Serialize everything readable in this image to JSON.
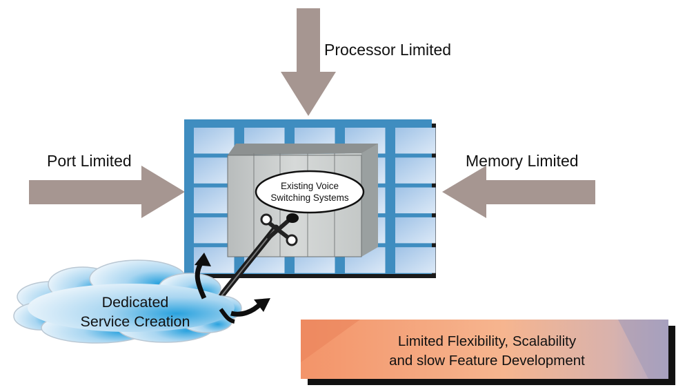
{
  "labels": {
    "processor": "Processor Limited",
    "port": "Port Limited",
    "memory": "Memory Limited"
  },
  "bubble": {
    "line1": "Existing Voice",
    "line2": "Switching Systems"
  },
  "cloud": {
    "line1": "Dedicated",
    "line2": "Service Creation"
  },
  "banner": {
    "line1": "Limited Flexibility, Scalability",
    "line2": "and slow Feature Development"
  },
  "colors": {
    "arrow": "#a69691",
    "grid_frame": "#3f8dc0",
    "grid_cell": "#b5d0ec",
    "banner_gradient_start": "#f39469",
    "banner_gradient_end": "#b0a9c6",
    "cloud_fill": "#a9d3ef"
  }
}
